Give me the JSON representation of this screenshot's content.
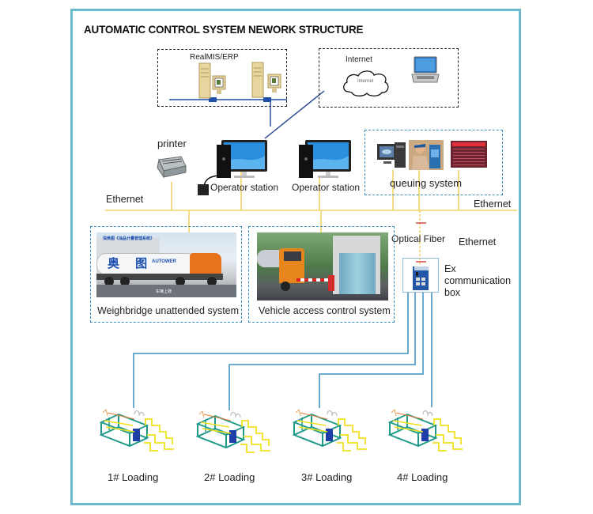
{
  "diagram": {
    "title": "AUTOMATIC CONTROL SYSTEM NEWORK STRUCTURE",
    "colors": {
      "frame": "#6cb8cc",
      "ethernet_bus": "#f2d365",
      "fiber_cable": "#3a8fc1",
      "dashed_group": "#3a8fc1",
      "fiber_marker": "#d9534f"
    },
    "mis_group": {
      "label": "RealMIS/ERP",
      "icons": [
        "server-tower-icon",
        "monitor-icon",
        "server-tower-icon",
        "monitor-icon"
      ]
    },
    "internet_group": {
      "label": "Internet",
      "cloud_label": "Internet",
      "icons": [
        "cloud-icon",
        "laptop-icon"
      ]
    },
    "devices": {
      "printer": "printer",
      "operator_station_1": "Operator station",
      "operator_station_2": "Operator station"
    },
    "queuing_system": {
      "label": "queuing system",
      "icons": [
        "desktop-pc-icon",
        "kiosk-user-icon",
        "led-display-icon"
      ]
    },
    "ethernet_labels": {
      "left": "Ethernet",
      "right": "Ethernet",
      "lower_right": "Ethernet"
    },
    "optical_fiber_label": "Optical Fiber",
    "ex_box": {
      "label_line1": "Ex",
      "label_line2": "communication",
      "label_line3": "box"
    },
    "subsystems": {
      "weighbridge": "Weighbridge unattended system",
      "weighbridge_photo_caption": "深奥图《油品计量管理系统》",
      "weighbridge_truck_text_cn": "奥 图",
      "weighbridge_truck_brand": "AUTOWER",
      "weighbridge_bottom_caption": "车辆上磅",
      "vehicle_access": "Vehicle access control system"
    },
    "loading_stations": [
      {
        "label": "1# Loading"
      },
      {
        "label": "2# Loading"
      },
      {
        "label": "3# Loading"
      },
      {
        "label": "4# Loading"
      }
    ]
  }
}
